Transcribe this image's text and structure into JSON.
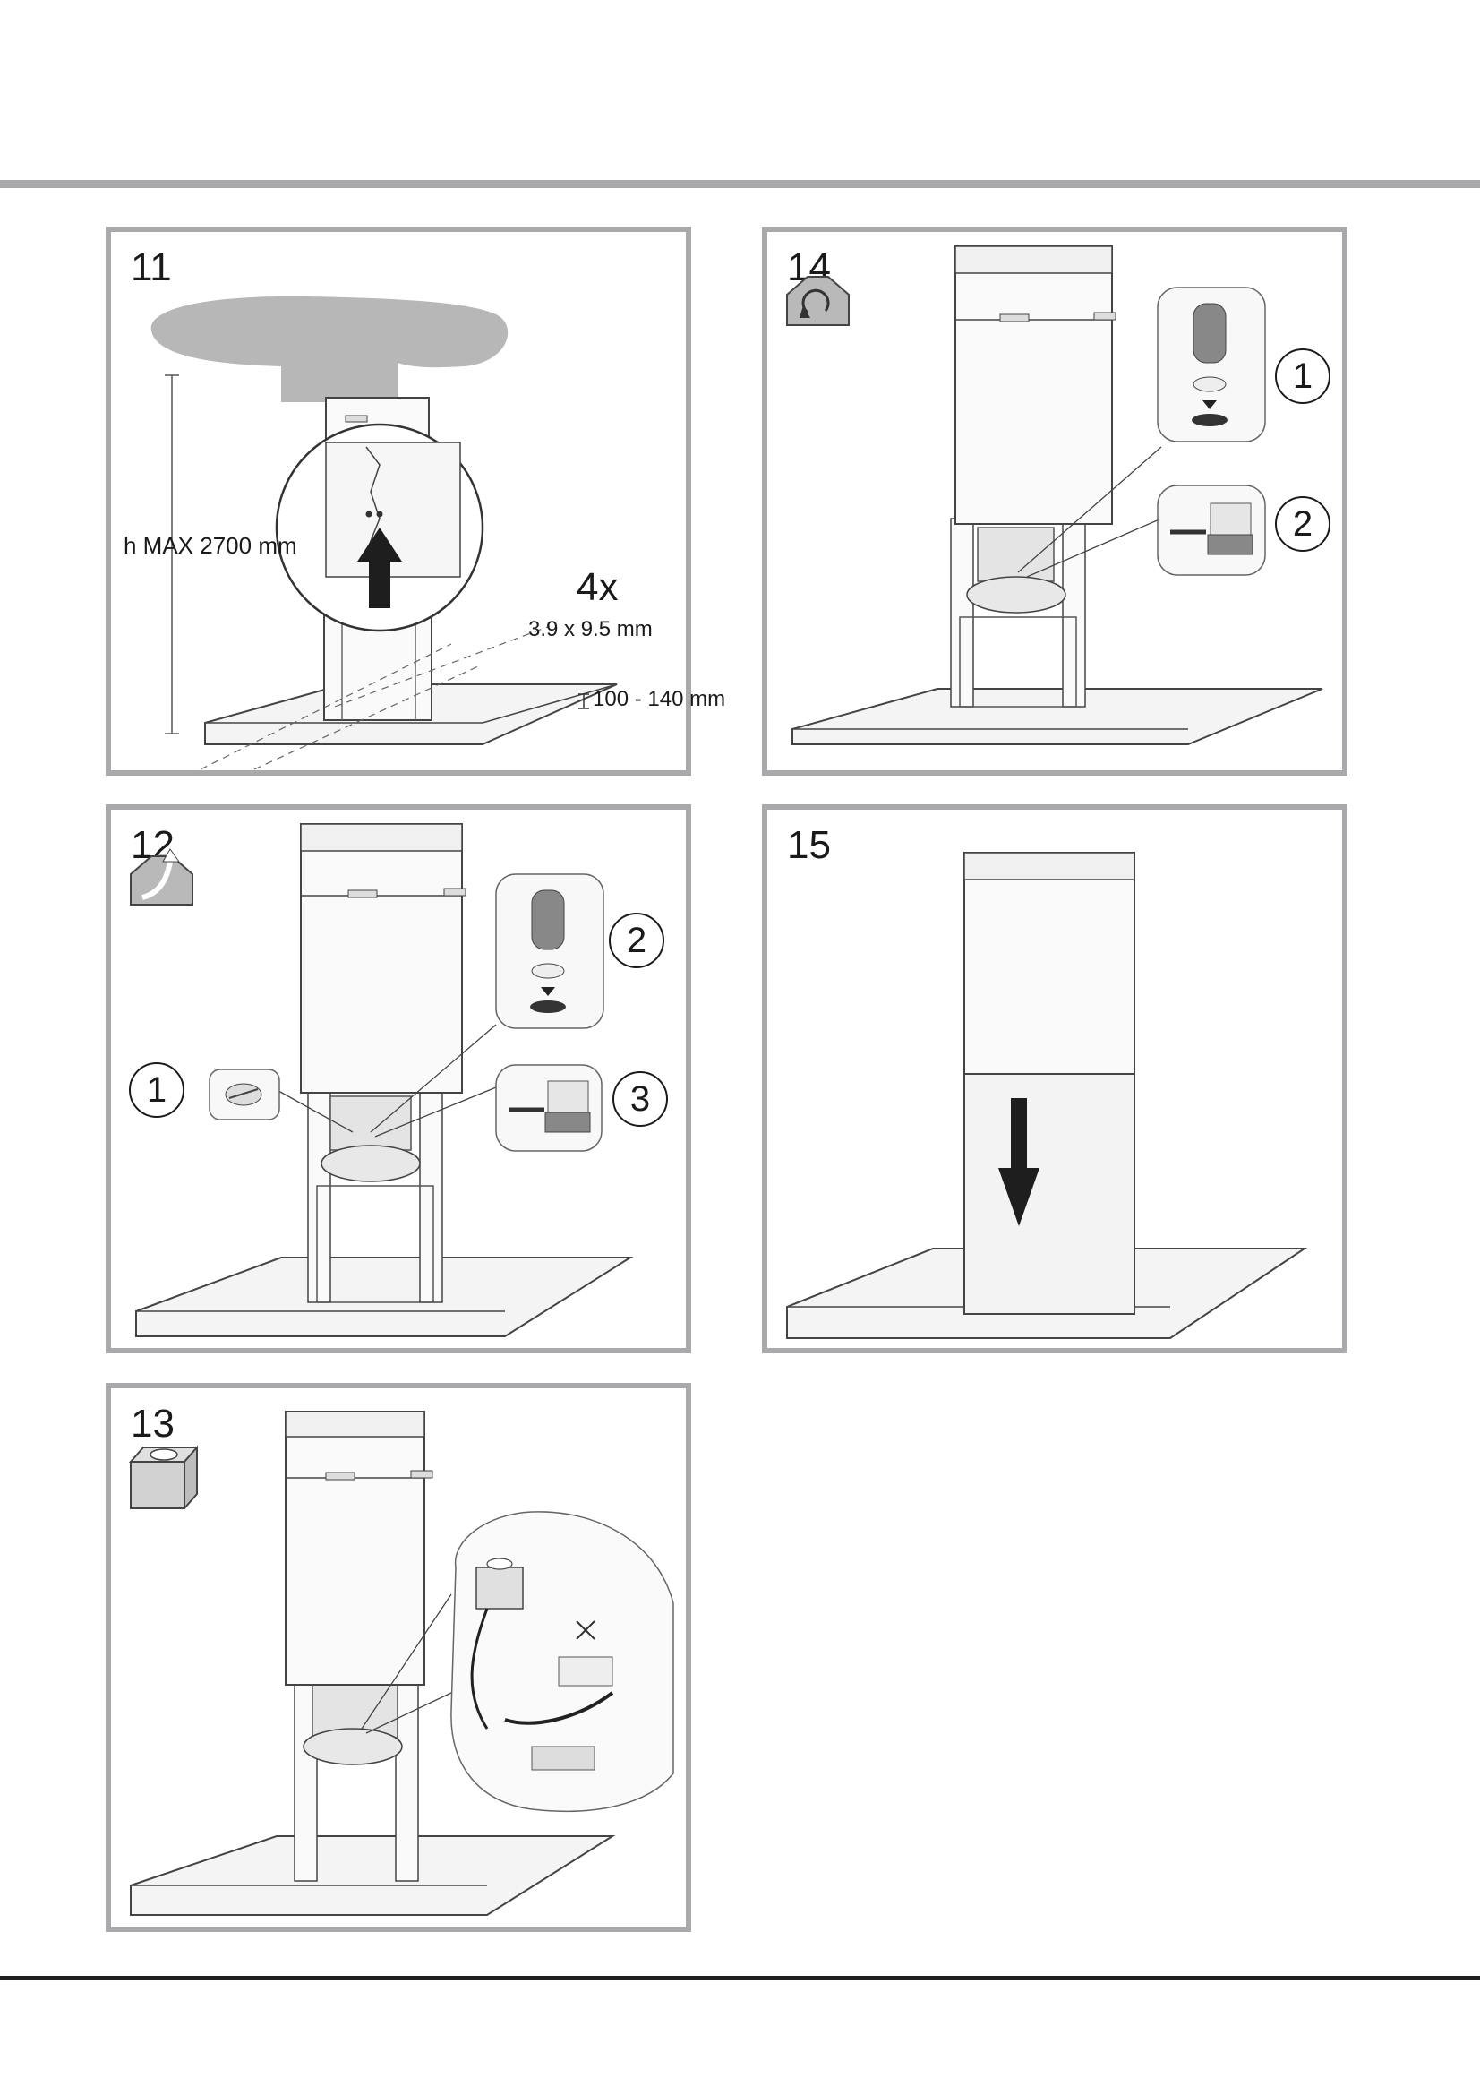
{
  "steps": [
    {
      "number": "11",
      "height_label": "h MAX 2700 mm",
      "screw_count": "4x",
      "screw_size": "3.9 x 9.5 mm",
      "gap_label": "100 - 140 mm"
    },
    {
      "number": "12",
      "mode_icon": "ducted-exhaust-icon",
      "callouts": [
        "1",
        "2",
        "3"
      ]
    },
    {
      "number": "13",
      "mode_icon": "filter-box-icon"
    },
    {
      "number": "14",
      "mode_icon": "recirculation-icon",
      "callouts": [
        "1",
        "2"
      ]
    },
    {
      "number": "15"
    }
  ]
}
